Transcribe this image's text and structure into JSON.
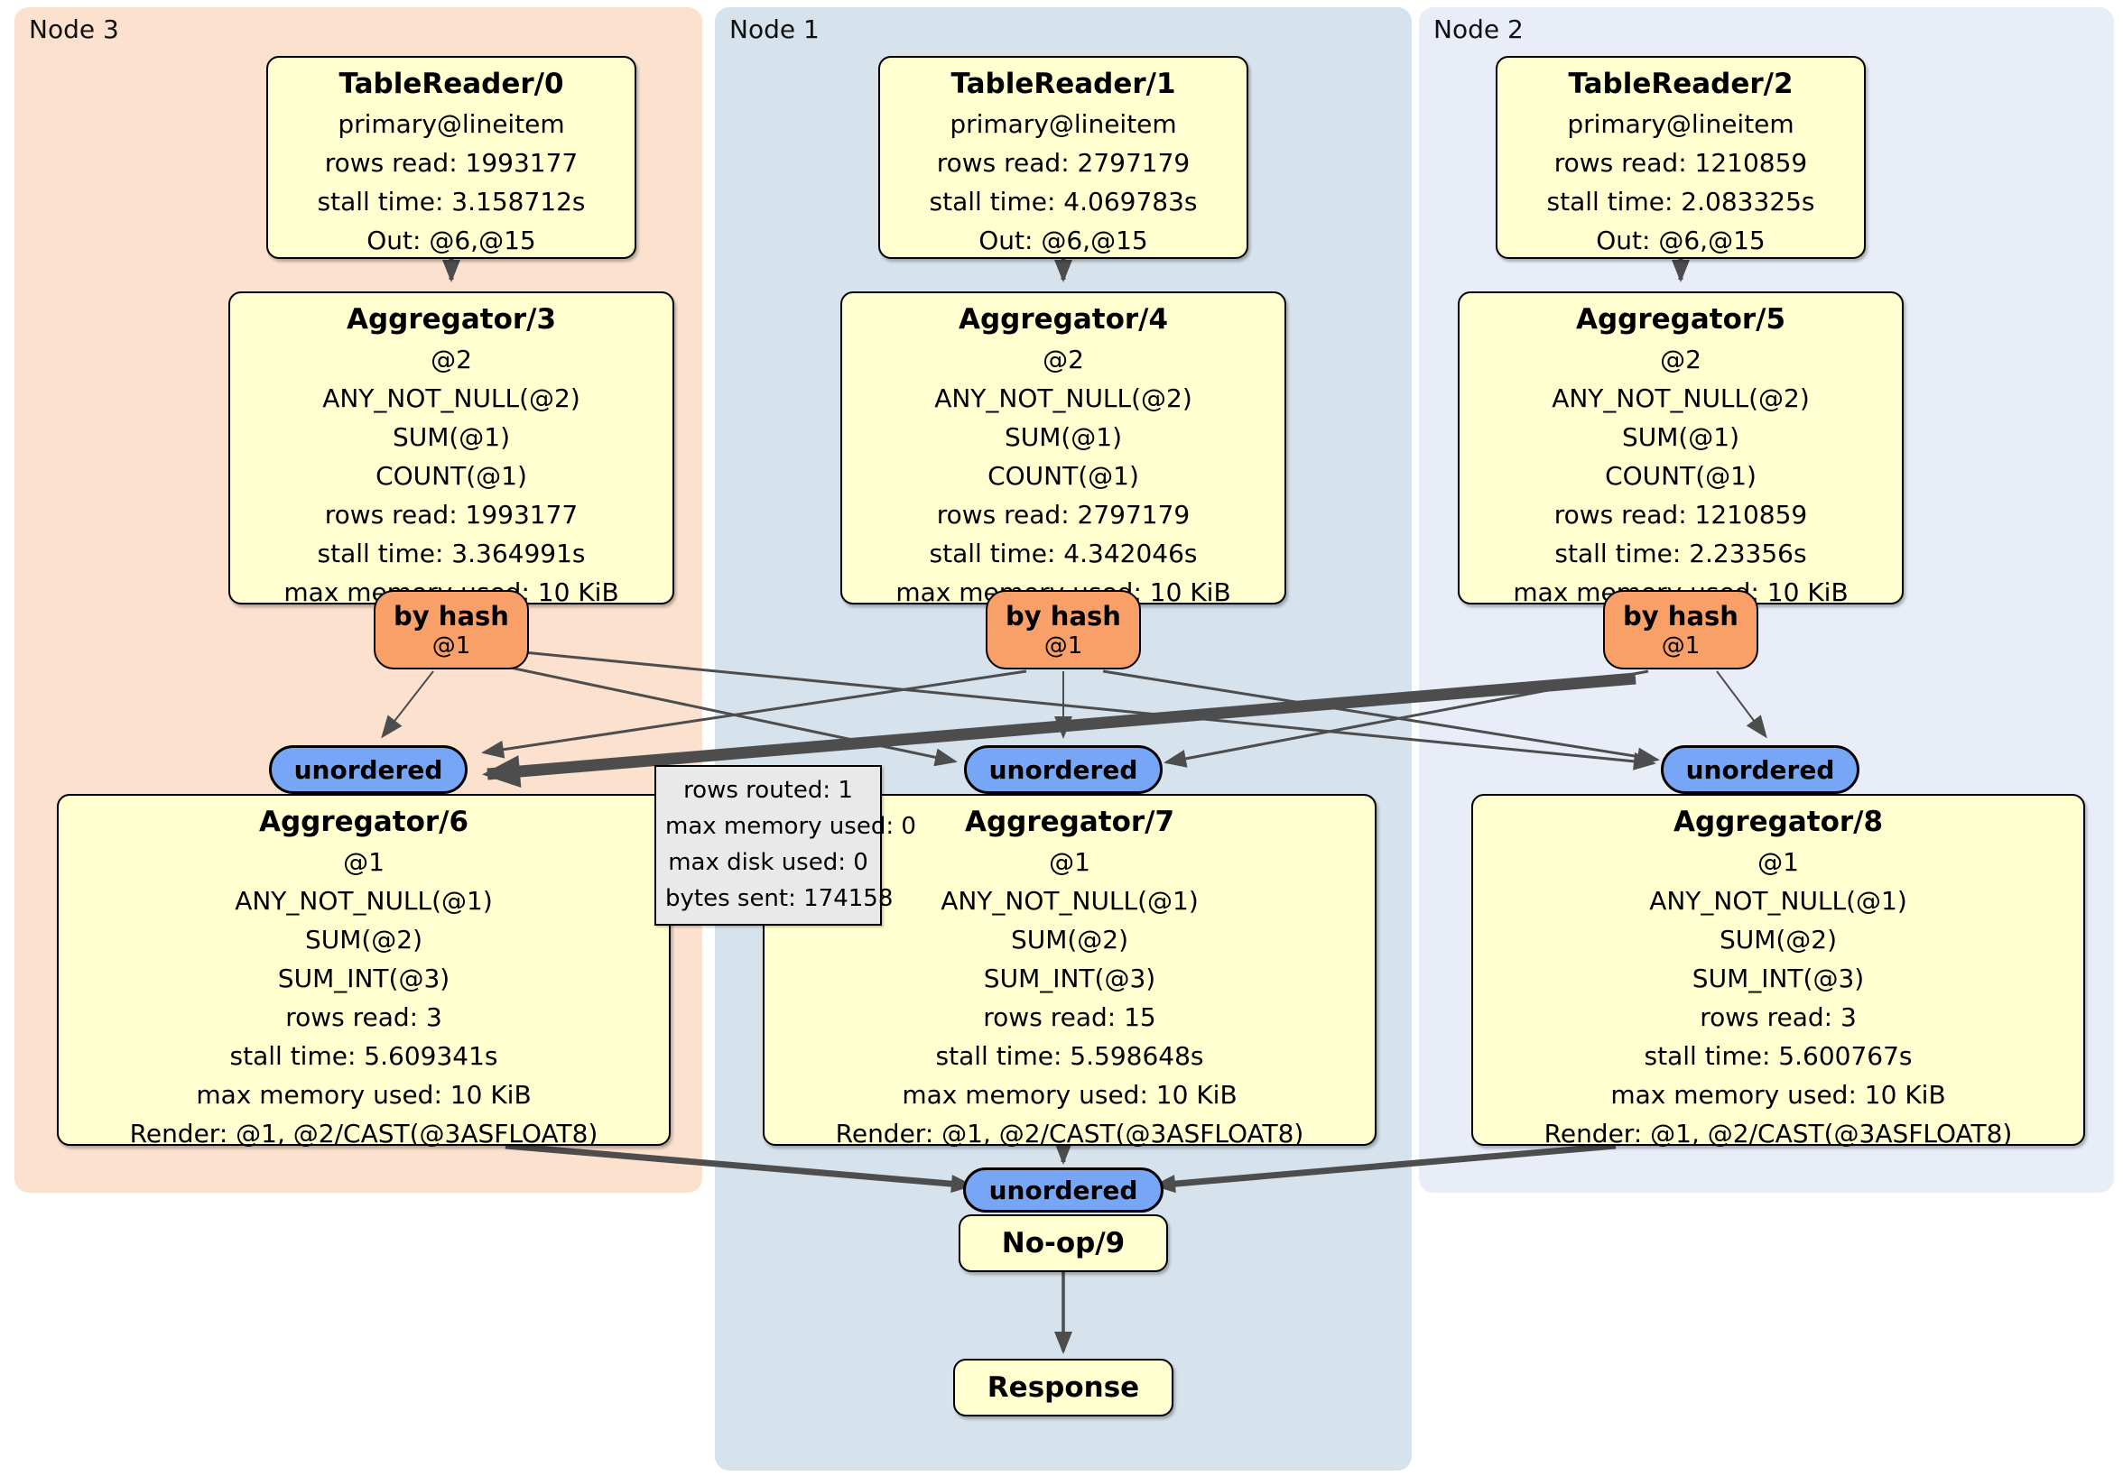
{
  "node_groups": [
    {
      "label": "Node 3"
    },
    {
      "label": "Node 1"
    },
    {
      "label": "Node 2"
    }
  ],
  "processors": {
    "tr0": {
      "title": "TableReader/0",
      "lines": [
        "primary@lineitem",
        "rows read: 1993177",
        "stall time: 3.158712s",
        "Out: @6,@15"
      ]
    },
    "tr1": {
      "title": "TableReader/1",
      "lines": [
        "primary@lineitem",
        "rows read: 2797179",
        "stall time: 4.069783s",
        "Out: @6,@15"
      ]
    },
    "tr2": {
      "title": "TableReader/2",
      "lines": [
        "primary@lineitem",
        "rows read: 1210859",
        "stall time: 2.083325s",
        "Out: @6,@15"
      ]
    },
    "agg3": {
      "title": "Aggregator/3",
      "lines": [
        "@2",
        "ANY_NOT_NULL(@2)",
        "SUM(@1)",
        "COUNT(@1)",
        "rows read: 1993177",
        "stall time: 3.364991s",
        "max memory used: 10 KiB"
      ]
    },
    "agg4": {
      "title": "Aggregator/4",
      "lines": [
        "@2",
        "ANY_NOT_NULL(@2)",
        "SUM(@1)",
        "COUNT(@1)",
        "rows read: 2797179",
        "stall time: 4.342046s",
        "max memory used: 10 KiB"
      ]
    },
    "agg5": {
      "title": "Aggregator/5",
      "lines": [
        "@2",
        "ANY_NOT_NULL(@2)",
        "SUM(@1)",
        "COUNT(@1)",
        "rows read: 1210859",
        "stall time: 2.23356s",
        "max memory used: 10 KiB"
      ]
    },
    "agg6": {
      "title": "Aggregator/6",
      "lines": [
        "@1",
        "ANY_NOT_NULL(@1)",
        "SUM(@2)",
        "SUM_INT(@3)",
        "rows read: 3",
        "stall time: 5.609341s",
        "max memory used: 10 KiB",
        "Render: @1, @2/CAST(@3ASFLOAT8)"
      ]
    },
    "agg7": {
      "title": "Aggregator/7",
      "lines": [
        "@1",
        "ANY_NOT_NULL(@1)",
        "SUM(@2)",
        "SUM_INT(@3)",
        "rows read: 15",
        "stall time: 5.598648s",
        "max memory used: 10 KiB",
        "Render: @1, @2/CAST(@3ASFLOAT8)"
      ]
    },
    "agg8": {
      "title": "Aggregator/8",
      "lines": [
        "@1",
        "ANY_NOT_NULL(@1)",
        "SUM(@2)",
        "SUM_INT(@3)",
        "rows read: 3",
        "stall time: 5.600767s",
        "max memory used: 10 KiB",
        "Render: @1, @2/CAST(@3ASFLOAT8)"
      ]
    },
    "noop": {
      "title": "No-op/9"
    },
    "response": {
      "title": "Response"
    }
  },
  "routers": [
    {
      "label": "by hash",
      "key": "@1"
    },
    {
      "label": "by hash",
      "key": "@1"
    },
    {
      "label": "by hash",
      "key": "@1"
    }
  ],
  "syncs": [
    {
      "label": "unordered"
    },
    {
      "label": "unordered"
    },
    {
      "label": "unordered"
    },
    {
      "label": "unordered"
    }
  ],
  "tooltip": {
    "lines": [
      "rows routed: 1",
      "max memory used: 0",
      "max disk used: 0",
      "bytes sent: 174158"
    ]
  },
  "colors": {
    "node3_bg": "#fbe1ce",
    "node1_bg": "#d6e2ec",
    "node2_bg": "#e8edf7",
    "processor_bg": "#ffffcf",
    "router_bg": "#f9a069",
    "sync_bg": "#78a6f7",
    "tooltip_bg": "#e9e9e9",
    "edge": "#4d4d4d"
  }
}
